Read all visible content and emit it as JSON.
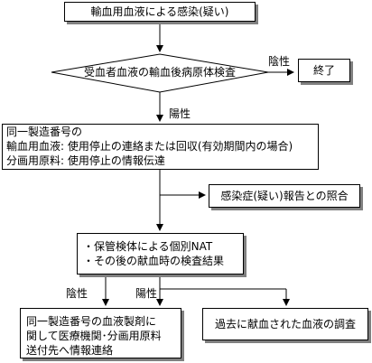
{
  "nodes": {
    "start": "輸血用血液による感染(疑い)",
    "test": "受血者血液の輸血後病原体検査",
    "end": "終了",
    "same_lot": {
      "line1": "同一製造番号の",
      "line2": "輸血用血液: 使用停止の連絡または回収(有効期間内の場合)",
      "line3": "分画用原料: 使用停止の情報伝達"
    },
    "report": "感染症(疑い)報告との照合",
    "nat": {
      "line1": "・保管検体による個別NAT",
      "line2": "・その後の献血時の検査結果"
    },
    "info": {
      "line1": "同一製造番号の血液製剤に",
      "line2": "関して医療機関･分画用原料",
      "line3": "送付先へ情報連絡"
    },
    "past": "過去に献血された血液の調査"
  },
  "edges": {
    "negative_label": "陰性",
    "positive_label": "陽性",
    "nat_negative_label": "陰性",
    "nat_positive_label": "陽性"
  }
}
